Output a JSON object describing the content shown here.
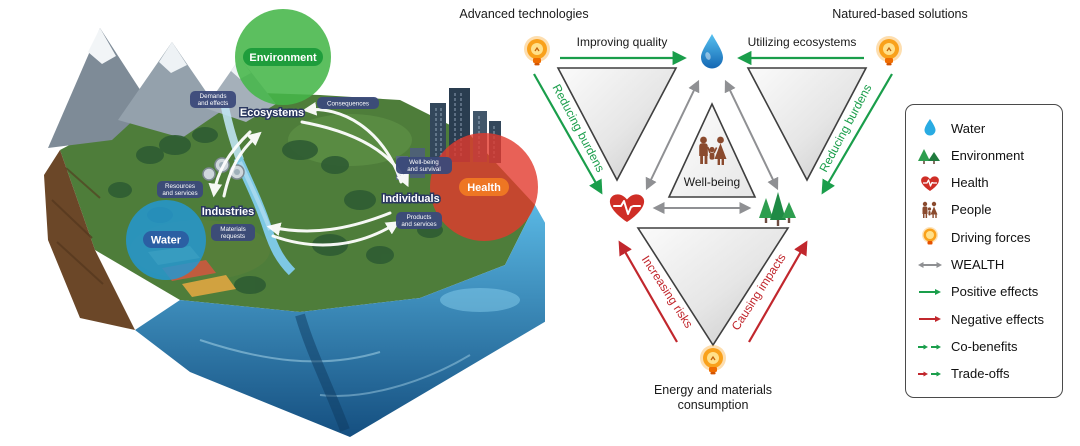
{
  "left_illustration": {
    "environment_label": "Environment",
    "health_label": "Health",
    "water_label": "Water",
    "ecosystems_label": "Ecosystems",
    "industries_label": "Industries",
    "individuals_label": "Individuals",
    "flows": {
      "demands_line1": "Demands",
      "demands_line2": "and effects",
      "consequences": "Consequences",
      "resources_line1": "Resources",
      "resources_line2": "and services",
      "materials_line1": "Materials",
      "materials_line2": "requests",
      "products_line1": "Products",
      "products_line2": "and services",
      "wellbeing_line1": "Well-being",
      "wellbeing_line2": "and survival"
    }
  },
  "triangle_diagram": {
    "advanced_technologies": "Advanced technologies",
    "natured_based_solutions": "Natured-based solutions",
    "improving_quality": "Improving quality",
    "utilizing_ecosystems": "Utilizing ecosystems",
    "reducing_burdens_left": "Reducing burdens",
    "reducing_burdens_right": "Reducing burdens",
    "increasing_risks": "Increasing risks",
    "causing_impacts": "Causing impacts",
    "well_being": "Well-being",
    "energy_line1": "Energy and materials",
    "energy_line2": "consumption"
  },
  "legend": {
    "items": [
      {
        "icon": "water-droplet-icon",
        "label": "Water"
      },
      {
        "icon": "trees-icon",
        "label": "Environment"
      },
      {
        "icon": "heart-pulse-icon",
        "label": "Health"
      },
      {
        "icon": "people-icon",
        "label": "People"
      },
      {
        "icon": "lightbulb-icon",
        "label": "Driving forces"
      },
      {
        "icon": "double-arrow-gray-icon",
        "label": "WEALTH"
      },
      {
        "icon": "arrow-green-icon",
        "label": "Positive effects"
      },
      {
        "icon": "arrow-red-icon",
        "label": "Negative effects"
      },
      {
        "icon": "co-benefits-arrows-icon",
        "label": "Co-benefits"
      },
      {
        "icon": "trade-offs-arrows-icon",
        "label": "Trade-offs"
      }
    ]
  },
  "colors": {
    "positive_green": "#1a9e4b",
    "negative_red": "#c1272d",
    "wealth_gray": "#8f9093",
    "water_blue": "#29abe2",
    "environment_green": "#2e9e4f",
    "health_red": "#cf2e26",
    "people_brown": "#8a4a2e",
    "bulb_orange": "#f9a11b"
  }
}
